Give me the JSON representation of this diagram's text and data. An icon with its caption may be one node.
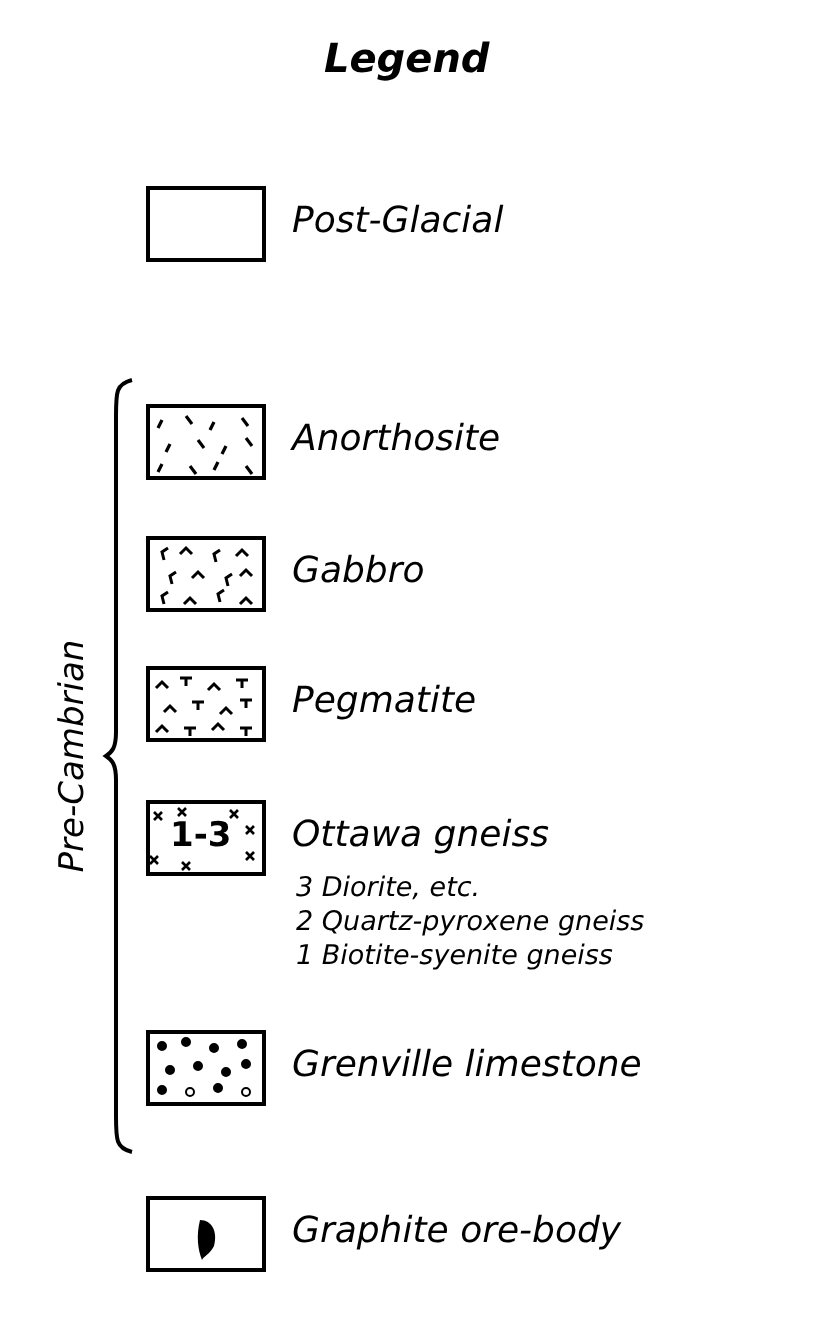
{
  "diagram": {
    "title": "Legend",
    "legend": [
      {
        "text": "Post-Glacial"
      },
      {
        "text": "Anorthosite"
      },
      {
        "text": "Gabbro"
      },
      {
        "text": "Pegmatite"
      },
      {
        "text": "Ottawa gneiss"
      },
      {
        "text": "Grenville limestone"
      },
      {
        "text": "Graphite ore-body"
      }
    ],
    "labels": [
      "Pre-Cambrian",
      "1-3",
      "3 Diorite, etc.",
      "2 Quartz-pyroxene gneiss",
      "1 Biotite-syenite gneiss"
    ]
  }
}
